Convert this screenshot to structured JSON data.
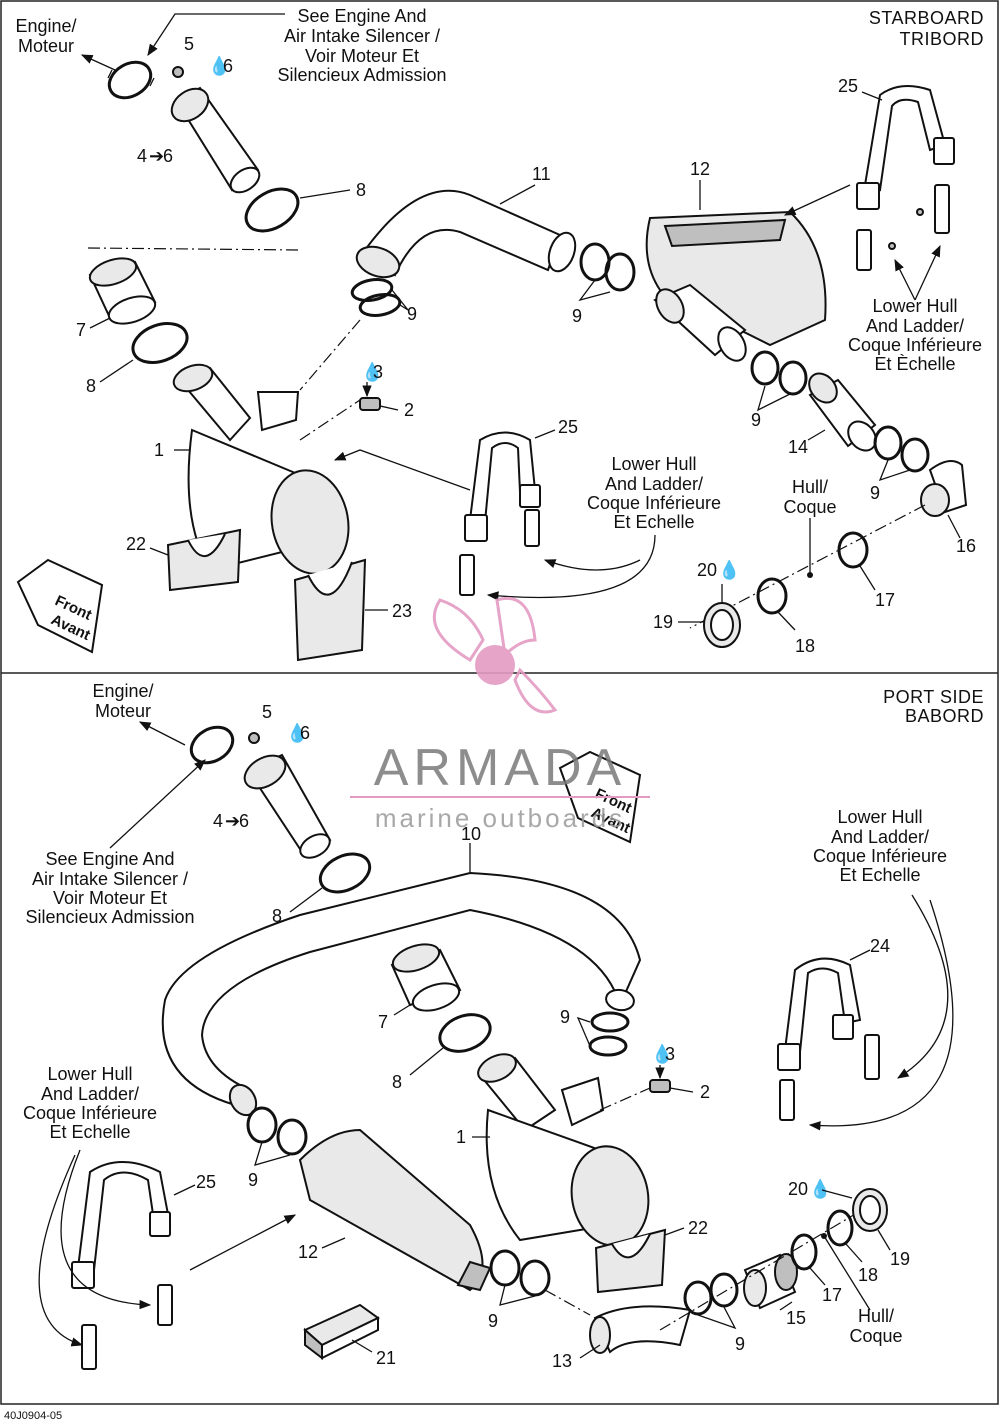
{
  "sections": {
    "top": {
      "title_en": "STARBOARD",
      "title_fr": "TRIBORD"
    },
    "bottom": {
      "title_en": "PORT SIDE",
      "title_fr": "BABORD"
    }
  },
  "notes": {
    "engine": [
      "Engine/",
      "Moteur"
    ],
    "see_engine": [
      "See Engine And",
      "Air Intake Silencer /",
      "Voir Moteur Et",
      "Silencieux Admission"
    ],
    "lower_hull": [
      "Lower Hull",
      "And Ladder/",
      "Coque Inférieure",
      "Et Echelle"
    ],
    "lower_hull_accent": [
      "Lower Hull",
      "And Ladder/",
      "Coque Inférieure",
      "Et Èchelle"
    ],
    "hull": [
      "Hull/",
      "Coque"
    ],
    "front": [
      "Front",
      "Avant"
    ]
  },
  "top_labels": {
    "p1": "1",
    "p2": "2",
    "p3": "3",
    "p4": "4",
    "p4to6": "6",
    "p5": "5",
    "p6": "6",
    "p7": "7",
    "p8a": "8",
    "p8b": "8",
    "p9a": "9",
    "p9b": "9",
    "p9c": "9",
    "p9d": "9",
    "p11": "11",
    "p12": "12",
    "p14": "14",
    "p16": "16",
    "p17": "17",
    "p18": "18",
    "p19": "19",
    "p20": "20",
    "p22": "22",
    "p23": "23",
    "p25a": "25",
    "p25b": "25"
  },
  "bottom_labels": {
    "p1": "1",
    "p2": "2",
    "p3": "3",
    "p4": "4",
    "p4to6": "6",
    "p5": "5",
    "p6": "6",
    "p7": "7",
    "p8a": "8",
    "p8b": "8",
    "p9a": "9",
    "p9b": "9",
    "p9c": "9",
    "p9d": "9",
    "p10": "10",
    "p12": "12",
    "p13": "13",
    "p15": "15",
    "p17": "17",
    "p18": "18",
    "p19": "19",
    "p20": "20",
    "p21": "21",
    "p22": "22",
    "p24": "24",
    "p25": "25"
  },
  "watermark": {
    "brand": "ARMADA",
    "tagline": "marine outboards",
    "primary_color": "#e39bc3",
    "text_color": "#7a7a7a"
  },
  "footer": {
    "ref": "40J0904-05"
  },
  "colors": {
    "line": "#111111",
    "fill_light": "#e9e9e9",
    "fill_dark": "#bfbfbf"
  }
}
